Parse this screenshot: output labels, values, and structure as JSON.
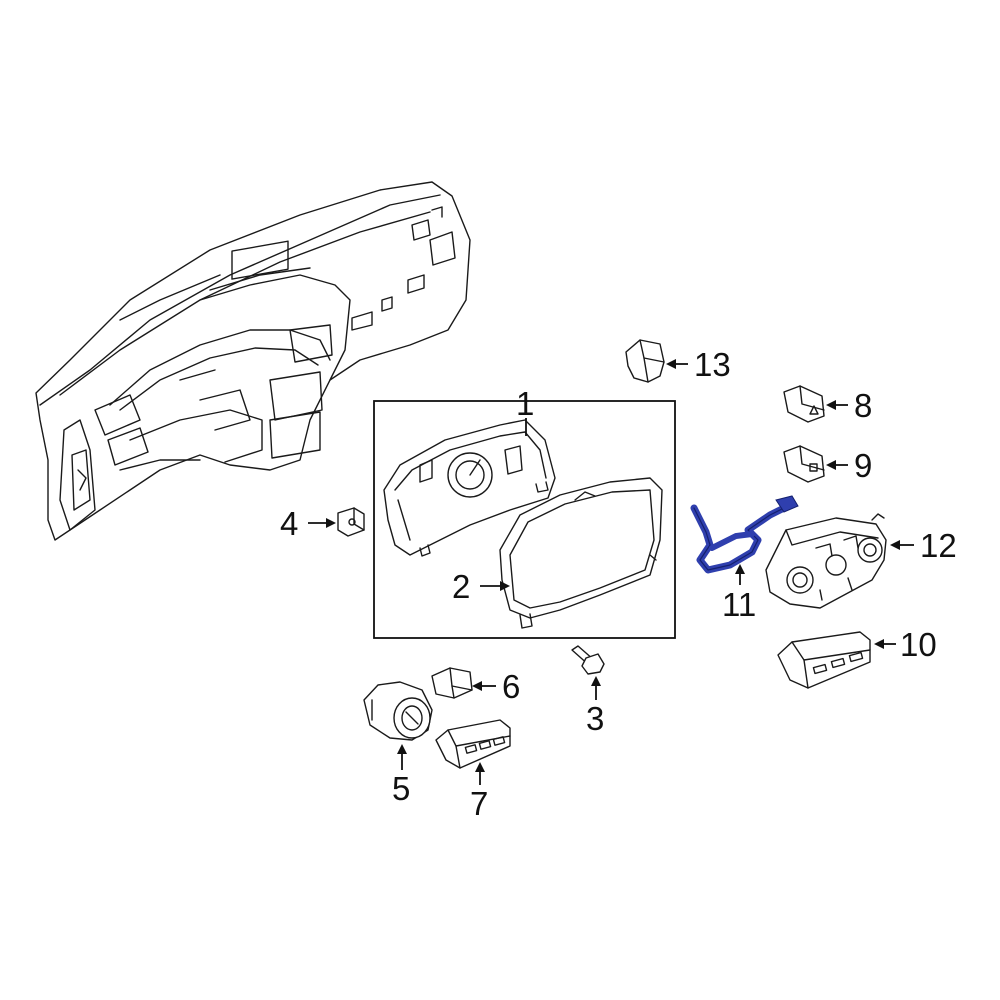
{
  "colors": {
    "line": "#1a1a1a",
    "highlight": "#2f3fae",
    "background": "#ffffff"
  },
  "callouts": [
    {
      "id": "1",
      "label": "1"
    },
    {
      "id": "2",
      "label": "2"
    },
    {
      "id": "3",
      "label": "3"
    },
    {
      "id": "4",
      "label": "4"
    },
    {
      "id": "5",
      "label": "5"
    },
    {
      "id": "6",
      "label": "6"
    },
    {
      "id": "7",
      "label": "7"
    },
    {
      "id": "8",
      "label": "8"
    },
    {
      "id": "9",
      "label": "9"
    },
    {
      "id": "10",
      "label": "10"
    },
    {
      "id": "11",
      "label": "11"
    },
    {
      "id": "12",
      "label": "12"
    },
    {
      "id": "13",
      "label": "13"
    }
  ],
  "highlighted_part": "11"
}
